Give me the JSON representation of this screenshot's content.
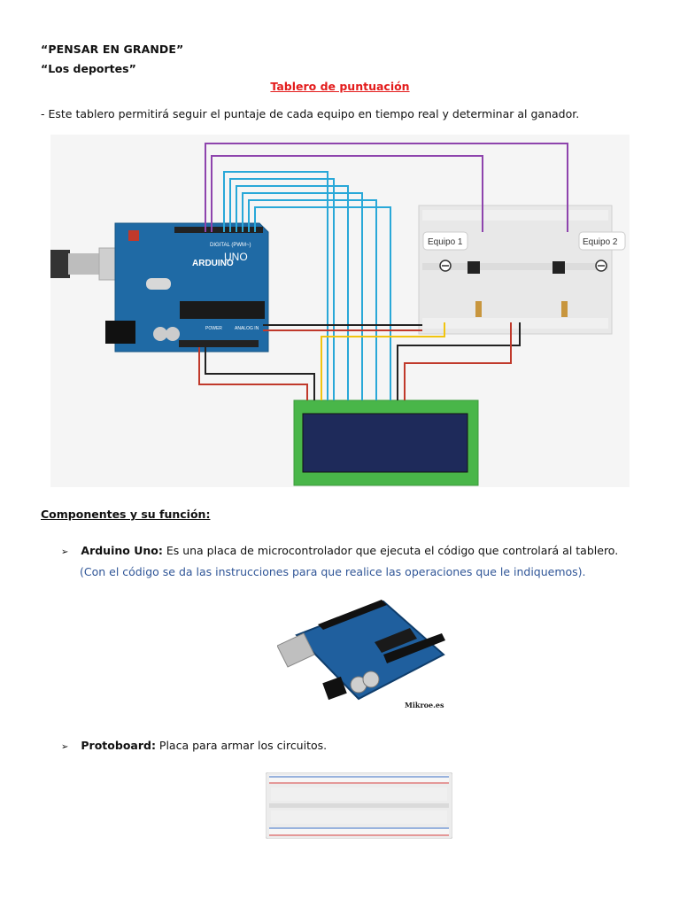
{
  "header": {
    "title": "“PENSAR EN GRANDE”",
    "subtitle": "“Los deportes”",
    "heading": "Tablero de puntuación"
  },
  "intro": "- Este tablero permitirá seguir el puntaje de cada equipo en tiempo real y determinar al ganador.",
  "circuit": {
    "button1_label": "Equipo 1",
    "button2_label": "Equipo 2",
    "board_brand": "ARDUINO",
    "board_model": "UNO",
    "digital_label": "DIGITAL (PWM~)",
    "power_label": "POWER",
    "analog_label": "ANALOG IN"
  },
  "components": {
    "heading": "Componentes y su función:",
    "items": [
      {
        "name": "Arduino Uno",
        "description": " Es una placa de microcontrolador  que ejecuta el código que controlará al tablero.",
        "note": "(Con el código se da las instrucciones para que realice las operaciones que le indiquemos)."
      },
      {
        "name": "Protoboard",
        "description": " Placa para armar los circuitos."
      }
    ],
    "photo_credit": "Mikroe.es"
  },
  "colors": {
    "heading_red": "#e31b1b",
    "note_blue": "#2f5597",
    "arduino_blue": "#1f6aa5",
    "lcd_green": "#49b649",
    "wire_purple": "#8e44ad",
    "wire_cyan": "#29a8d8"
  }
}
